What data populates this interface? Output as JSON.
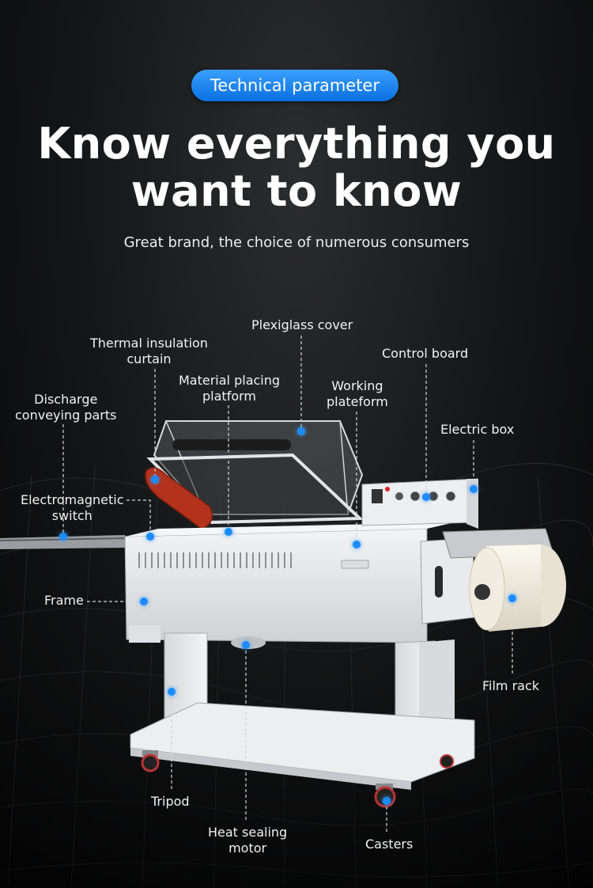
{
  "badge": "Technical parameter",
  "headline": {
    "line1": "Know everything you",
    "line2": "want to know"
  },
  "subtitle": "Great brand, the choice of numerous consumers",
  "labels": {
    "plexiglass": "Plexiglass cover",
    "thermal_l1": "Thermal insulation",
    "thermal_l2": "curtain",
    "control": "Control board",
    "material_l1": "Material placing",
    "material_l2": "platform",
    "working_l1": "Working",
    "working_l2": "plateform",
    "discharge_l1": "Discharge",
    "discharge_l2": "conveying parts",
    "electric": "Electric box",
    "electromag_l1": "Electromagnetic",
    "electromag_l2": "switch",
    "frame": "Frame",
    "film": "Film rack",
    "tripod": "Tripod",
    "heat_l1": "Heat sealing",
    "heat_l2": "motor",
    "casters": "Casters"
  },
  "colors": {
    "accent": "#1e8cff",
    "curtain": "#b2321c",
    "machine": "#e6e7e9"
  }
}
